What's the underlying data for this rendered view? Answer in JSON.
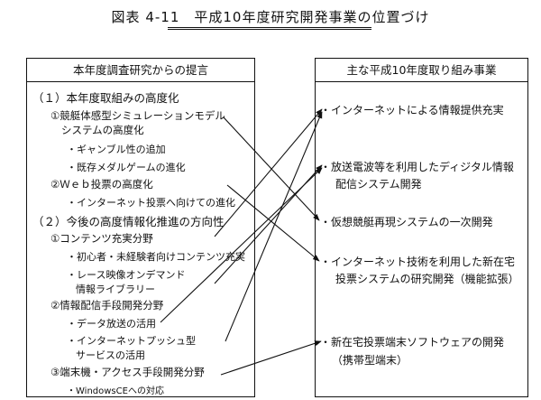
{
  "figure": {
    "title": "図表 4-11　平成10年度研究開発事業の位置づけ"
  },
  "left_box": {
    "header": "本年度調査研究からの提言",
    "items": [
      {
        "text": "（１）本年度取組みの高度化"
      },
      {
        "text": "①競艇体感型シミュレーションモデル"
      },
      {
        "text": "システムの高度化"
      },
      {
        "text": "・ギャンブル性の追加"
      },
      {
        "text": "・既存メダルゲームの進化"
      },
      {
        "text": "②Ｗｅｂ投票の高度化"
      },
      {
        "text": "・インターネット投票へ向けての進化"
      },
      {
        "text": "（２）今後の高度情報化推進の方向性"
      },
      {
        "text": "①コンテンツ充実分野"
      },
      {
        "text": "・初心者・未経験者向けコンテンツ充実"
      },
      {
        "text": "・レース映像オンデマンド"
      },
      {
        "text": "情報ライブラリー"
      },
      {
        "text": "②情報配信手段開発分野"
      },
      {
        "text": "・データ放送の活用"
      },
      {
        "text": "・インターネットプッシュ型"
      },
      {
        "text": "サービスの活用"
      },
      {
        "text": "③端末機・アクセス手段開発分野"
      },
      {
        "text": "・WindowsCEへの対応"
      }
    ]
  },
  "right_box": {
    "header": "主な平成10年度取り組み事業",
    "items": [
      {
        "text": "・インターネットによる情報提供充実"
      },
      {
        "text": "・放送電波等を利用したディジタル情報"
      },
      {
        "text": "配信システム開発"
      },
      {
        "text": "・仮想競艇再現システムの一次開発"
      },
      {
        "text": "・インターネット技術を利用した新在宅"
      },
      {
        "text": "投票システムの研究開発（機能拡張）"
      },
      {
        "text": "・新在宅投票端末ソフトウェアの開発"
      },
      {
        "text": "（携帯型端末）"
      }
    ]
  }
}
